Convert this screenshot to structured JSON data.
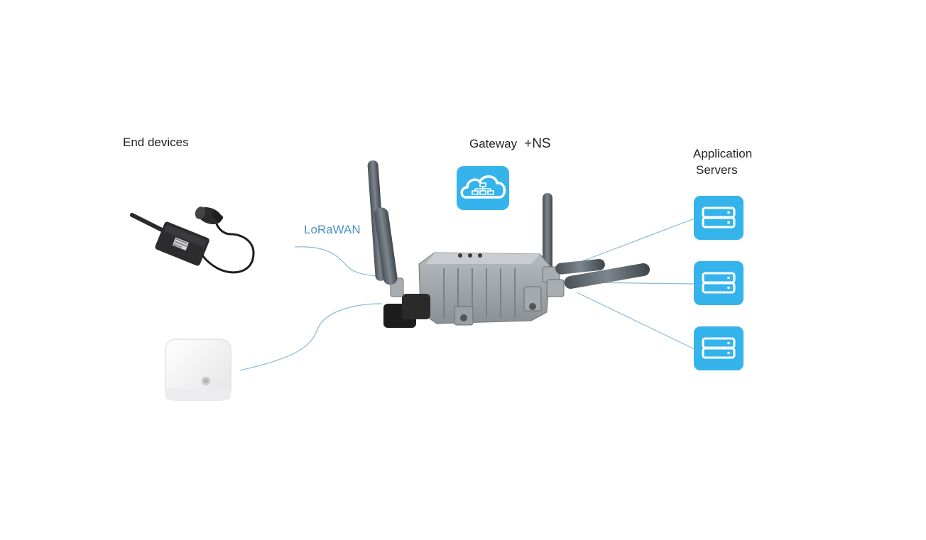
{
  "labels": {
    "end_devices": "End devices",
    "gateway": "Gateway",
    "ns": "+NS",
    "application_line1": "Application",
    "application_line2": "Servers",
    "lorawan": "LoRaWAN"
  },
  "icons": {
    "network_server": "cloud-network-icon",
    "app_servers": [
      "server-icon",
      "server-icon",
      "server-icon"
    ]
  },
  "colors": {
    "icon_blue": "#35b4ec",
    "link_line": "#8cb9d3",
    "lorawan_text": "#4a90c8"
  }
}
